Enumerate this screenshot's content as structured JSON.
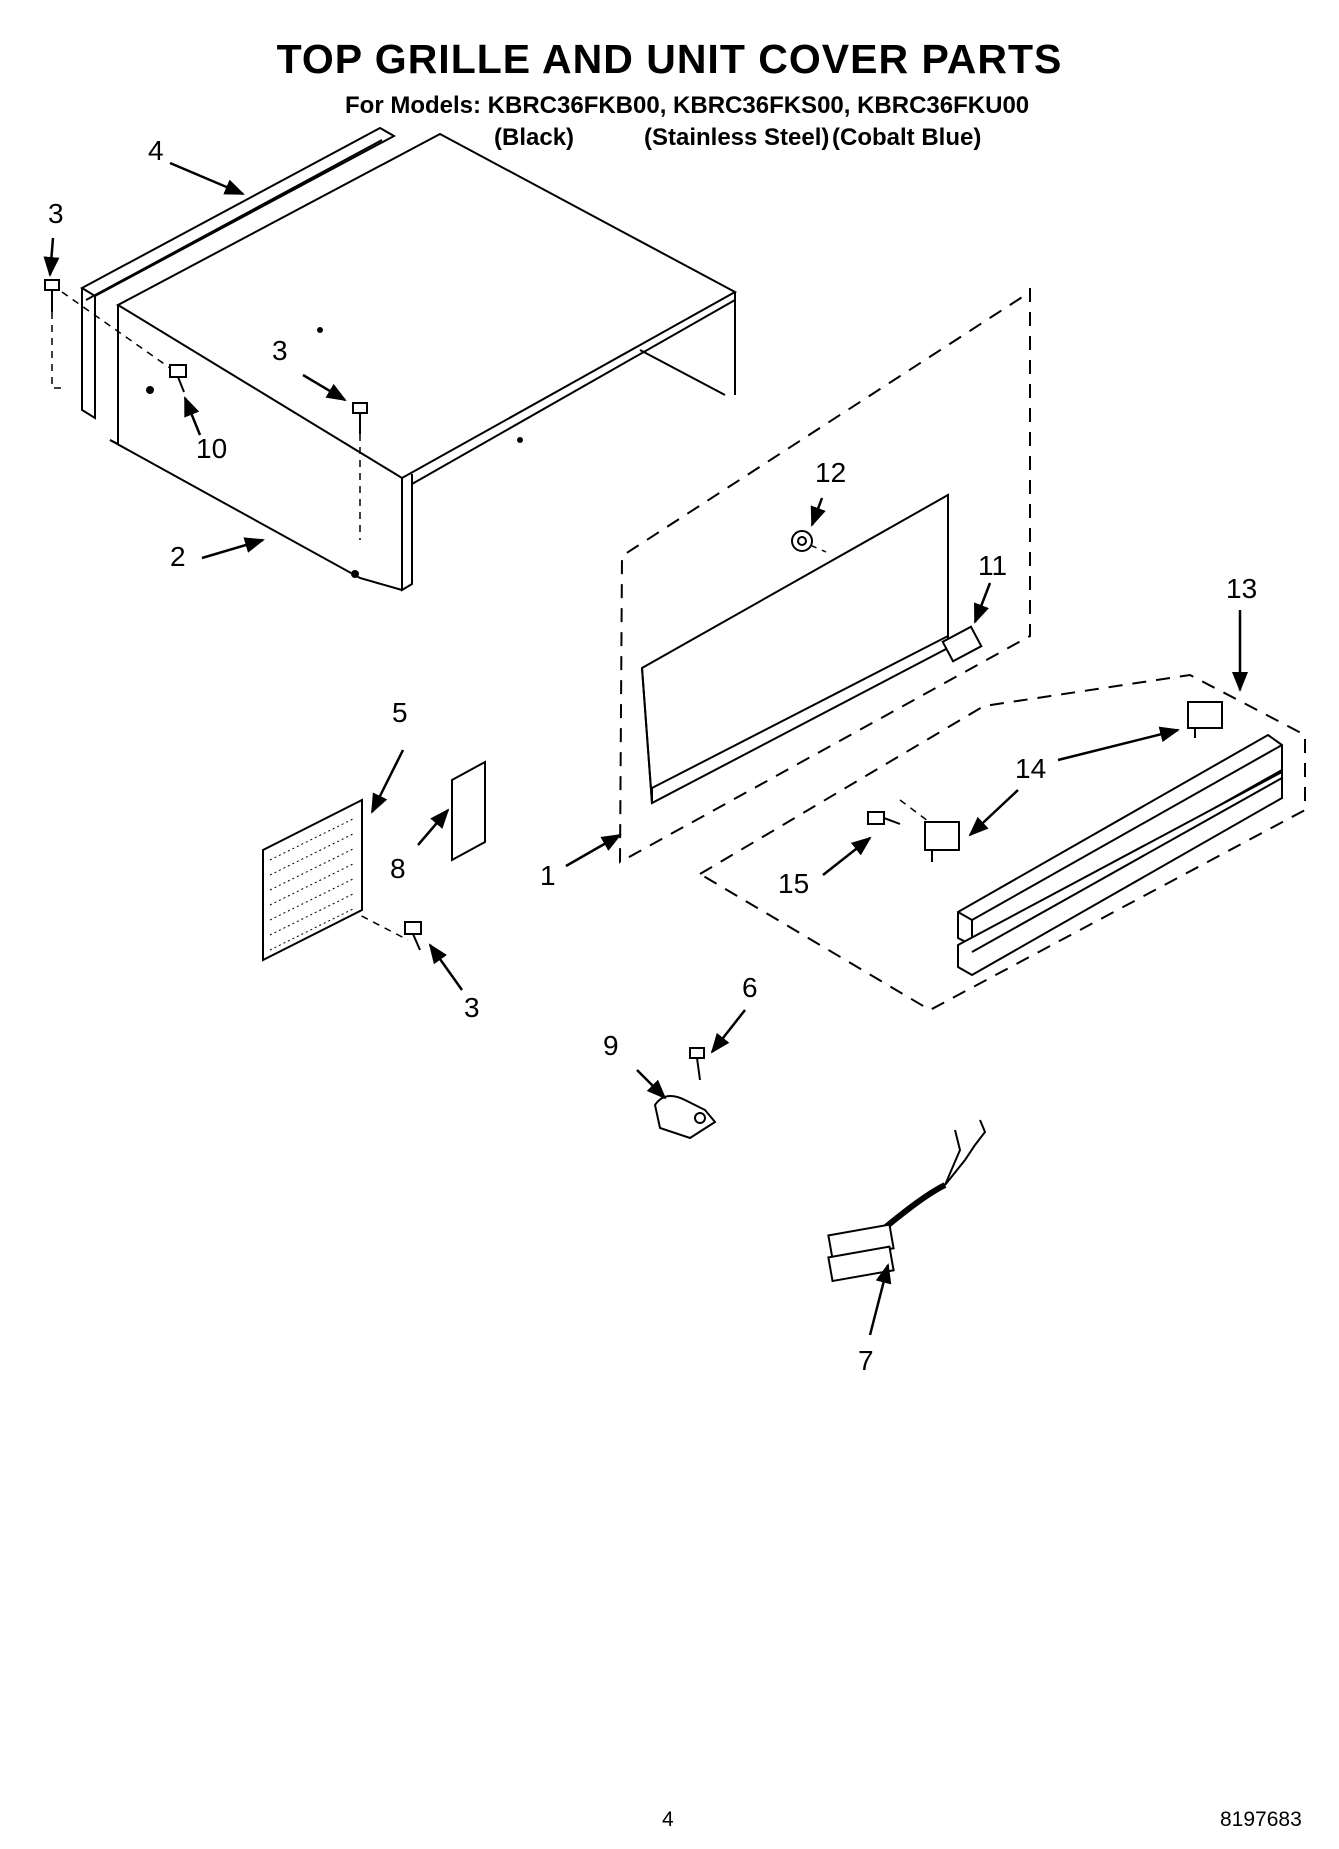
{
  "header": {
    "title": "TOP GRILLE AND UNIT COVER PARTS",
    "models_line": "For Models: KBRC36FKB00, KBRC36FKS00, KBRC36FKU00",
    "variants": [
      "(Black)",
      "(Stainless Steel)",
      "(Cobalt Blue)"
    ]
  },
  "callouts": {
    "c3a": "3",
    "c4": "4",
    "c3b": "3",
    "c10": "10",
    "c2": "2",
    "c12": "12",
    "c11": "11",
    "c13": "13",
    "c5": "5",
    "c8": "8",
    "c14": "14",
    "c1": "1",
    "c15": "15",
    "c3c": "3",
    "c6": "6",
    "c9": "9",
    "c7": "7"
  },
  "footer": {
    "page_number": "4",
    "doc_number": "8197683"
  }
}
